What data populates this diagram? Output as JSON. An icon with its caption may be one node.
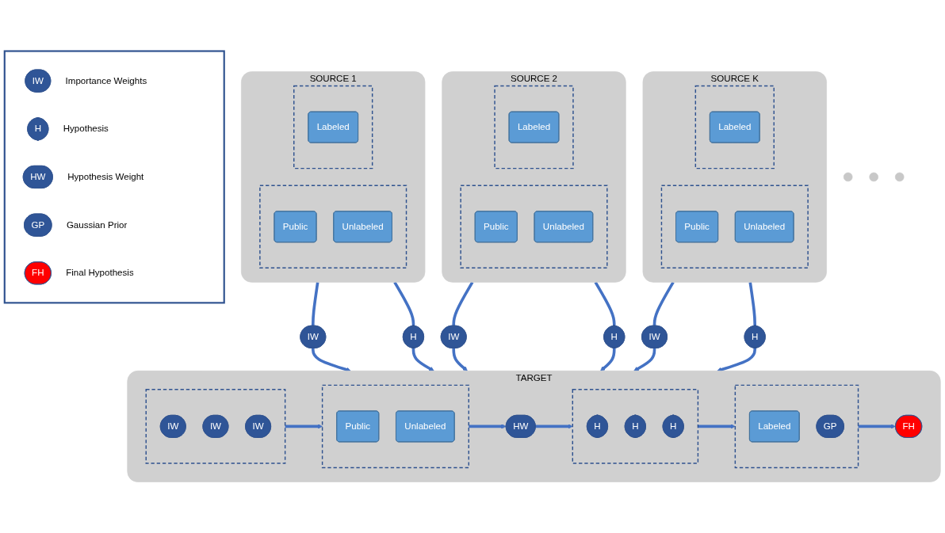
{
  "diagram": {
    "nodes": [
      {
        "text": [
          "SOURCE 1"
        ]
      },
      {
        "text": [],
        "shape": "box",
        "in": 0
      },
      {
        "text": [
          "Public"
        ],
        "in": 1
      },
      {
        "text": [
          "Unlabeled"
        ],
        "in": 1
      },
      {
        "text": [],
        "shape": "box",
        "in": 0
      },
      {
        "text": [
          "Labeled"
        ],
        "in": 4
      },
      {
        "text": [
          "SOURCE 2"
        ]
      },
      {
        "text": [],
        "shape": "box",
        "in": 6
      },
      {
        "text": [
          "Public"
        ],
        "in": 7
      },
      {
        "text": [
          "Unlabeled"
        ],
        "in": 7
      },
      {
        "text": [],
        "shape": "box",
        "in": 6
      },
      {
        "text": [
          "Labeled"
        ],
        "in": 10
      },
      {
        "text": [],
        "shape": "circle"
      },
      {
        "text": [],
        "shape": "circle"
      },
      {
        "text": [],
        "shape": "circle"
      },
      {
        "text": [
          "SOURCE K"
        ]
      },
      {
        "text": [],
        "shape": "box",
        "in": 15
      },
      {
        "text": [
          "Public"
        ],
        "in": 16
      },
      {
        "text": [
          "Unlabeled"
        ],
        "in": 16
      },
      {
        "text": [],
        "shape": "box",
        "in": 15
      },
      {
        "text": [
          "Labeled"
        ],
        "in": 19
      },
      {
        "text": [
          "IW"
        ]
      },
      {
        "text": [
          "H"
        ]
      },
      {
        "text": [
          "IW"
        ]
      },
      {
        "text": [
          "H"
        ]
      },
      {
        "text": [
          "IW"
        ]
      },
      {
        "text": [
          "H"
        ]
      },
      {
        "text": [],
        "shape": "box"
      },
      {
        "text": [
          "IW"
        ],
        "beside": [
          "Importance Weights"
        ],
        "in": 27
      },
      {
        "text": [
          "H"
        ],
        "beside": [
          "Hypothesis"
        ],
        "in": 27
      },
      {
        "text": [
          "HW"
        ],
        "beside": [
          "Hypothesis Weight"
        ],
        "in": 27
      },
      {
        "text": [
          "GP"
        ],
        "beside": [
          "Gaussian Prior"
        ],
        "in": 27
      },
      {
        "text": [
          "FH"
        ],
        "beside": [
          "Final Hypothesis"
        ],
        "in": 27
      },
      {
        "text": [
          "TARGET"
        ]
      },
      {
        "text": [],
        "shape": "box",
        "in": 33
      },
      {
        "text": [
          "IW"
        ],
        "in": 34
      },
      {
        "text": [
          "IW"
        ],
        "in": 34
      },
      {
        "text": [
          "IW"
        ],
        "in": 34
      },
      {
        "text": [],
        "shape": "box",
        "in": 33
      },
      {
        "text": [
          "Public"
        ],
        "in": 38
      },
      {
        "text": [
          "Unlabeled"
        ],
        "in": 38
      },
      {
        "text": [
          "HW"
        ],
        "in": 33
      },
      {
        "text": [],
        "shape": "box",
        "in": 33
      },
      {
        "text": [
          "H"
        ],
        "in": 42
      },
      {
        "text": [
          "H"
        ],
        "in": 42
      },
      {
        "text": [
          "H"
        ],
        "in": 42
      },
      {
        "text": [],
        "shape": "box",
        "in": 33
      },
      {
        "text": [
          "Labeled"
        ],
        "in": 46
      },
      {
        "text": [
          "GP"
        ],
        "in": 46
      },
      {
        "text": [
          "FH"
        ],
        "in": 33
      }
    ],
    "edges": [
      {
        "from": 0,
        "to": 21,
        "arrow": "none"
      },
      {
        "from": 21,
        "to": 33,
        "arrow": "to"
      },
      {
        "from": 0,
        "to": 22,
        "arrow": "none"
      },
      {
        "from": 22,
        "to": 33,
        "arrow": "to"
      },
      {
        "from": 6,
        "to": 23,
        "arrow": "none"
      },
      {
        "from": 23,
        "to": 33,
        "arrow": "to"
      },
      {
        "from": 6,
        "to": 24,
        "arrow": "none"
      },
      {
        "from": 24,
        "to": 33,
        "arrow": "to"
      },
      {
        "from": 15,
        "to": 25,
        "arrow": "none"
      },
      {
        "from": 25,
        "to": 33,
        "arrow": "to"
      },
      {
        "from": 15,
        "to": 26,
        "arrow": "none"
      },
      {
        "from": 26,
        "to": 33,
        "arrow": "to"
      },
      {
        "from": 34,
        "to": 38,
        "arrow": "to"
      },
      {
        "from": 38,
        "to": 41,
        "arrow": "to"
      },
      {
        "from": 41,
        "to": 42,
        "arrow": "to"
      },
      {
        "from": 42,
        "to": 46,
        "arrow": "to"
      },
      {
        "from": 46,
        "to": 49,
        "arrow": "to"
      }
    ]
  }
}
